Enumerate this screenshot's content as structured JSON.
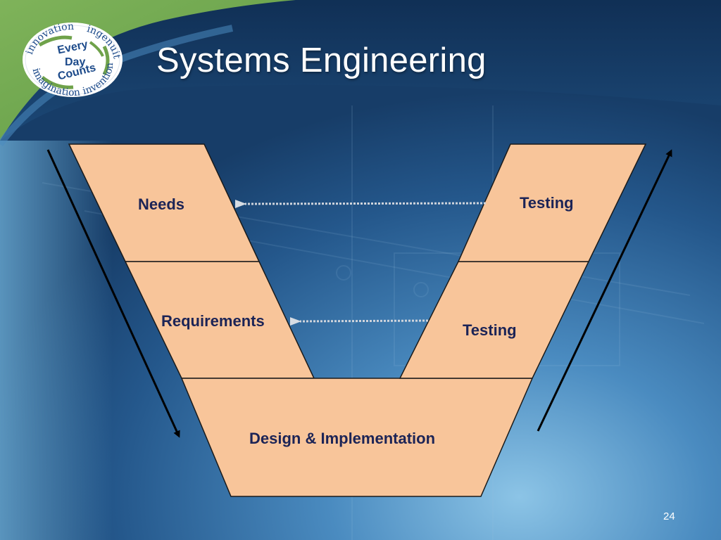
{
  "slide": {
    "title": "Systems Engineering",
    "page_number": "24"
  },
  "logo": {
    "words": [
      "innovation",
      "ingenuity",
      "imagination",
      "invention"
    ],
    "center": [
      "Every",
      "Day",
      "Counts"
    ]
  },
  "diagram": {
    "boxes": {
      "needs": "Needs",
      "requirements": "Requirements",
      "design": "Design & Implementation",
      "testing_upper": "Testing",
      "testing_lower": "Testing"
    },
    "colors": {
      "box_fill": "#f8c59a",
      "box_stroke": "#1a1a1a",
      "label": "#1c2456",
      "dotted_arrow": "#cfd4dc",
      "flow_arrow": "#000000"
    }
  },
  "theme": {
    "background_dark": "#163a63",
    "background_light": "#5b9ac8",
    "accent_green": "#6fa24a"
  }
}
